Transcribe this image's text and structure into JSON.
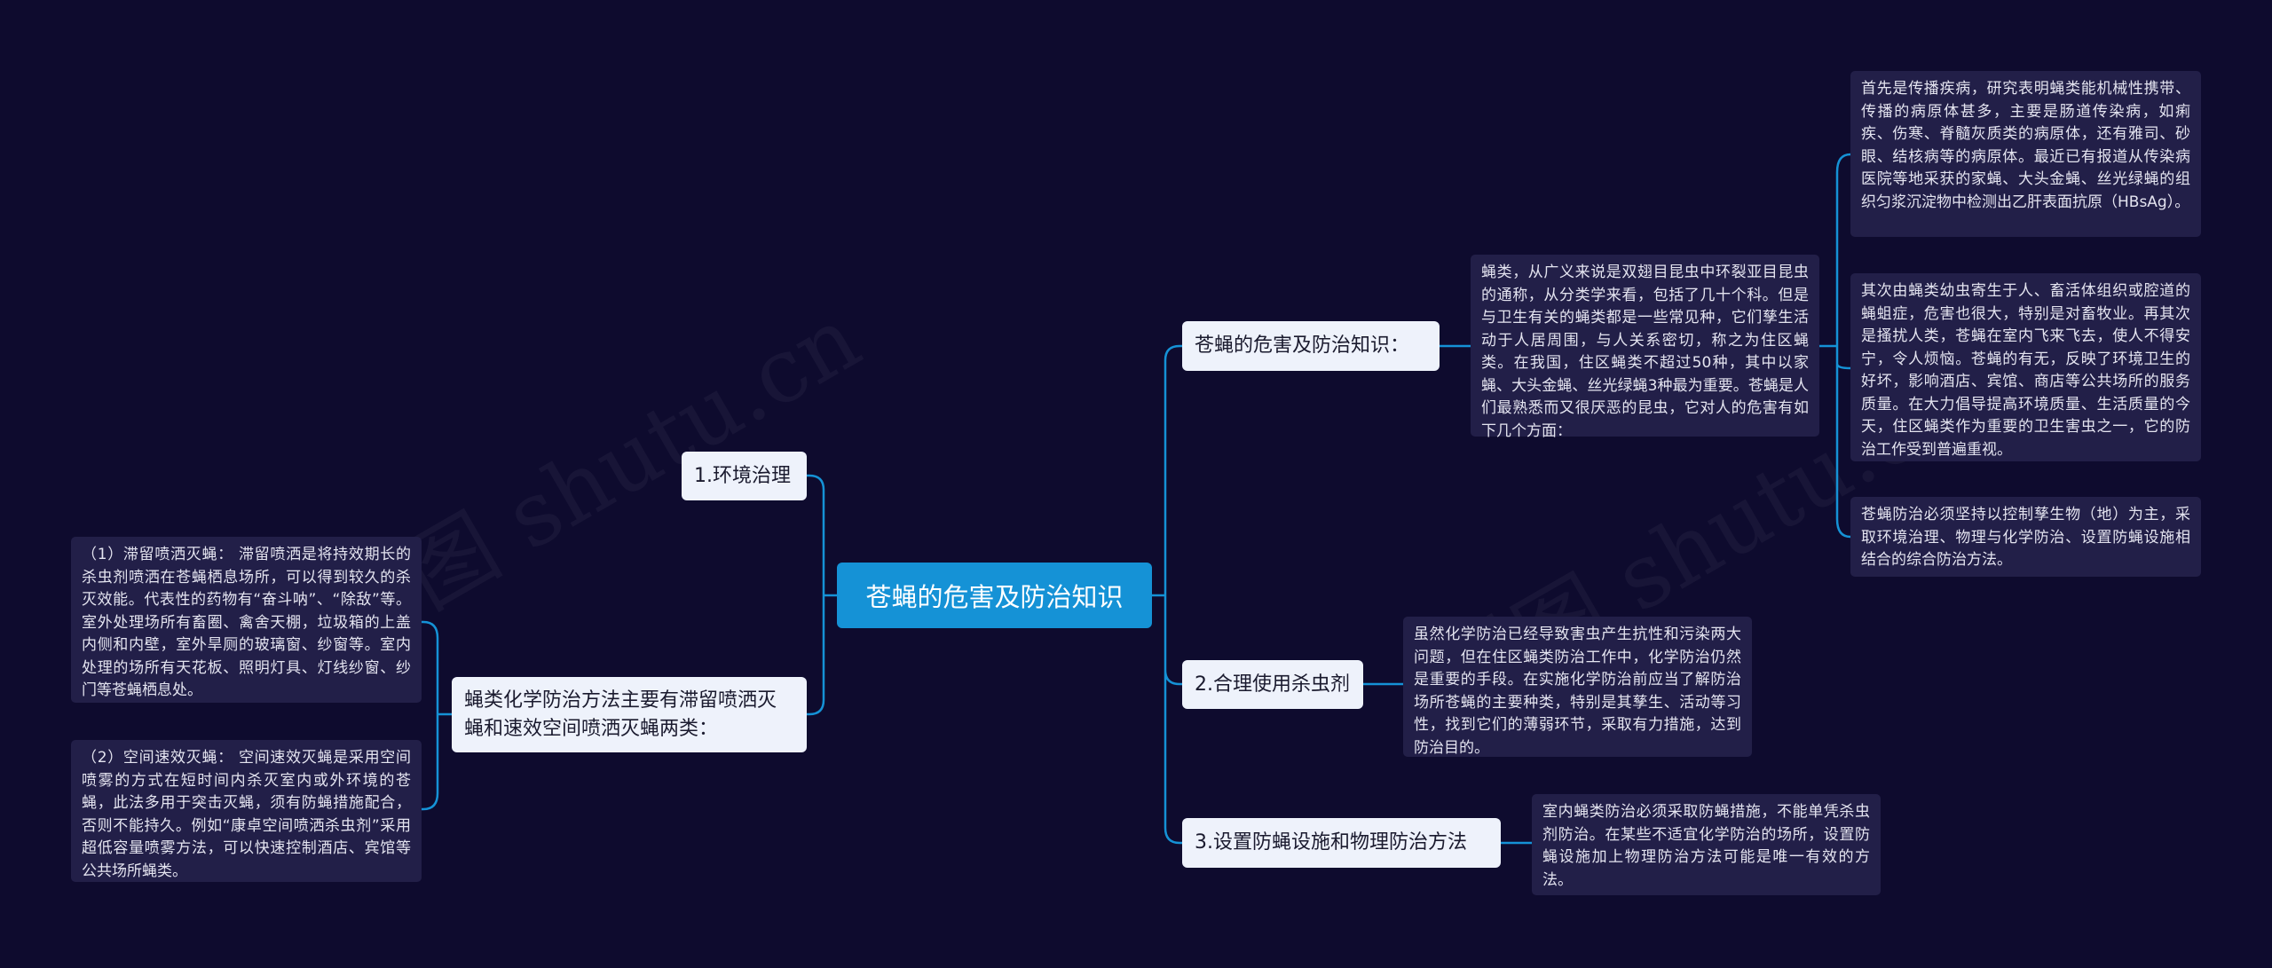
{
  "watermark": [
    "树图 shutu.cn",
    "树图 shutu.cn"
  ],
  "colors": {
    "background": "#0e0b2e",
    "root": "#1592d6",
    "link": "#1592d6",
    "leaf": "#221f48"
  },
  "root": {
    "label": "苍蝇的危害及防治知识"
  },
  "right": [
    {
      "label": "苍蝇的危害及防治知识：",
      "desc": "蝇类，从广义来说是双翅目昆虫中环裂亚目昆虫的通称，从分类学来看，包括了几十个科。但是与卫生有关的蝇类都是一些常见种，它们孳生活动于人居周围，与人关系密切，称之为住区蝇类。在我国，住区蝇类不超过50种，其中以家蝇、大头金蝇、丝光绿蝇3种最为重要。苍蝇是人们最熟悉而又很厌恶的昆虫，它对人的危害有如下几个方面：",
      "children": [
        "首先是传播疾病，研究表明蝇类能机械性携带、传播的病原体甚多，主要是肠道传染病，如痢疾、伤寒、脊髓灰质类的病原体，还有雅司、砂眼、结核病等的病原体。最近已有报道从传染病医院等地采获的家蝇、大头金蝇、丝光绿蝇的组织匀浆沉淀物中检测出乙肝表面抗原（HBsAg）。",
        "其次由蝇类幼虫寄生于人、畜活体组织或腔道的蝇蛆症，危害也很大，特别是对畜牧业。再其次是搔扰人类，苍蝇在室内飞来飞去，使人不得安宁，令人烦恼。苍蝇的有无，反映了环境卫生的好坏，影响酒店、宾馆、商店等公共场所的服务质量。在大力倡导提高环境质量、生活质量的今天，住区蝇类作为重要的卫生害虫之一，它的防治工作受到普遍重视。",
        "苍蝇防治必须坚持以控制孳生物（地）为主，采取环境治理、物理与化学防治、设置防蝇设施相结合的综合防治方法。"
      ]
    },
    {
      "label": "2.合理使用杀虫剂",
      "desc": "虽然化学防治已经导致害虫产生抗性和污染两大问题，但在住区蝇类防治工作中，化学防治仍然是重要的手段。在实施化学防治前应当了解防治场所苍蝇的主要种类，特别是其孳生、活动等习性，找到它们的薄弱环节，采取有力措施，达到防治目的。"
    },
    {
      "label": "3.设置防蝇设施和物理防治方法",
      "desc": "室内蝇类防治必须采取防蝇措施，不能单凭杀虫剂防治。在某些不适宜化学防治的场所，设置防蝇设施加上物理防治方法可能是唯一有效的方法。"
    }
  ],
  "left": [
    {
      "label": "1.环境治理"
    },
    {
      "label": "蝇类化学防治方法主要有滞留喷洒灭蝇和速效空间喷洒灭蝇两类：",
      "children": [
        "（1）滞留喷洒灭蝇： 滞留喷洒是将持效期长的杀虫剂喷洒在苍蝇栖息场所，可以得到较久的杀灭效能。代表性的药物有“奋斗呐”、“除敌”等。室外处理场所有畜圈、禽舍天棚，垃圾箱的上盖内侧和内壁，室外旱厕的玻璃窗、纱窗等。室内处理的场所有天花板、照明灯具、灯线纱窗、纱门等苍蝇栖息处。",
        "（2）空间速效灭蝇： 空间速效灭蝇是采用空间喷雾的方式在短时间内杀灭室内或外环境的苍蝇，此法多用于突击灭蝇，须有防蝇措施配合，否则不能持久。例如“康卓空间喷洒杀虫剂”采用超低容量喷雾方法，可以快速控制酒店、宾馆等公共场所蝇类。"
      ]
    }
  ]
}
